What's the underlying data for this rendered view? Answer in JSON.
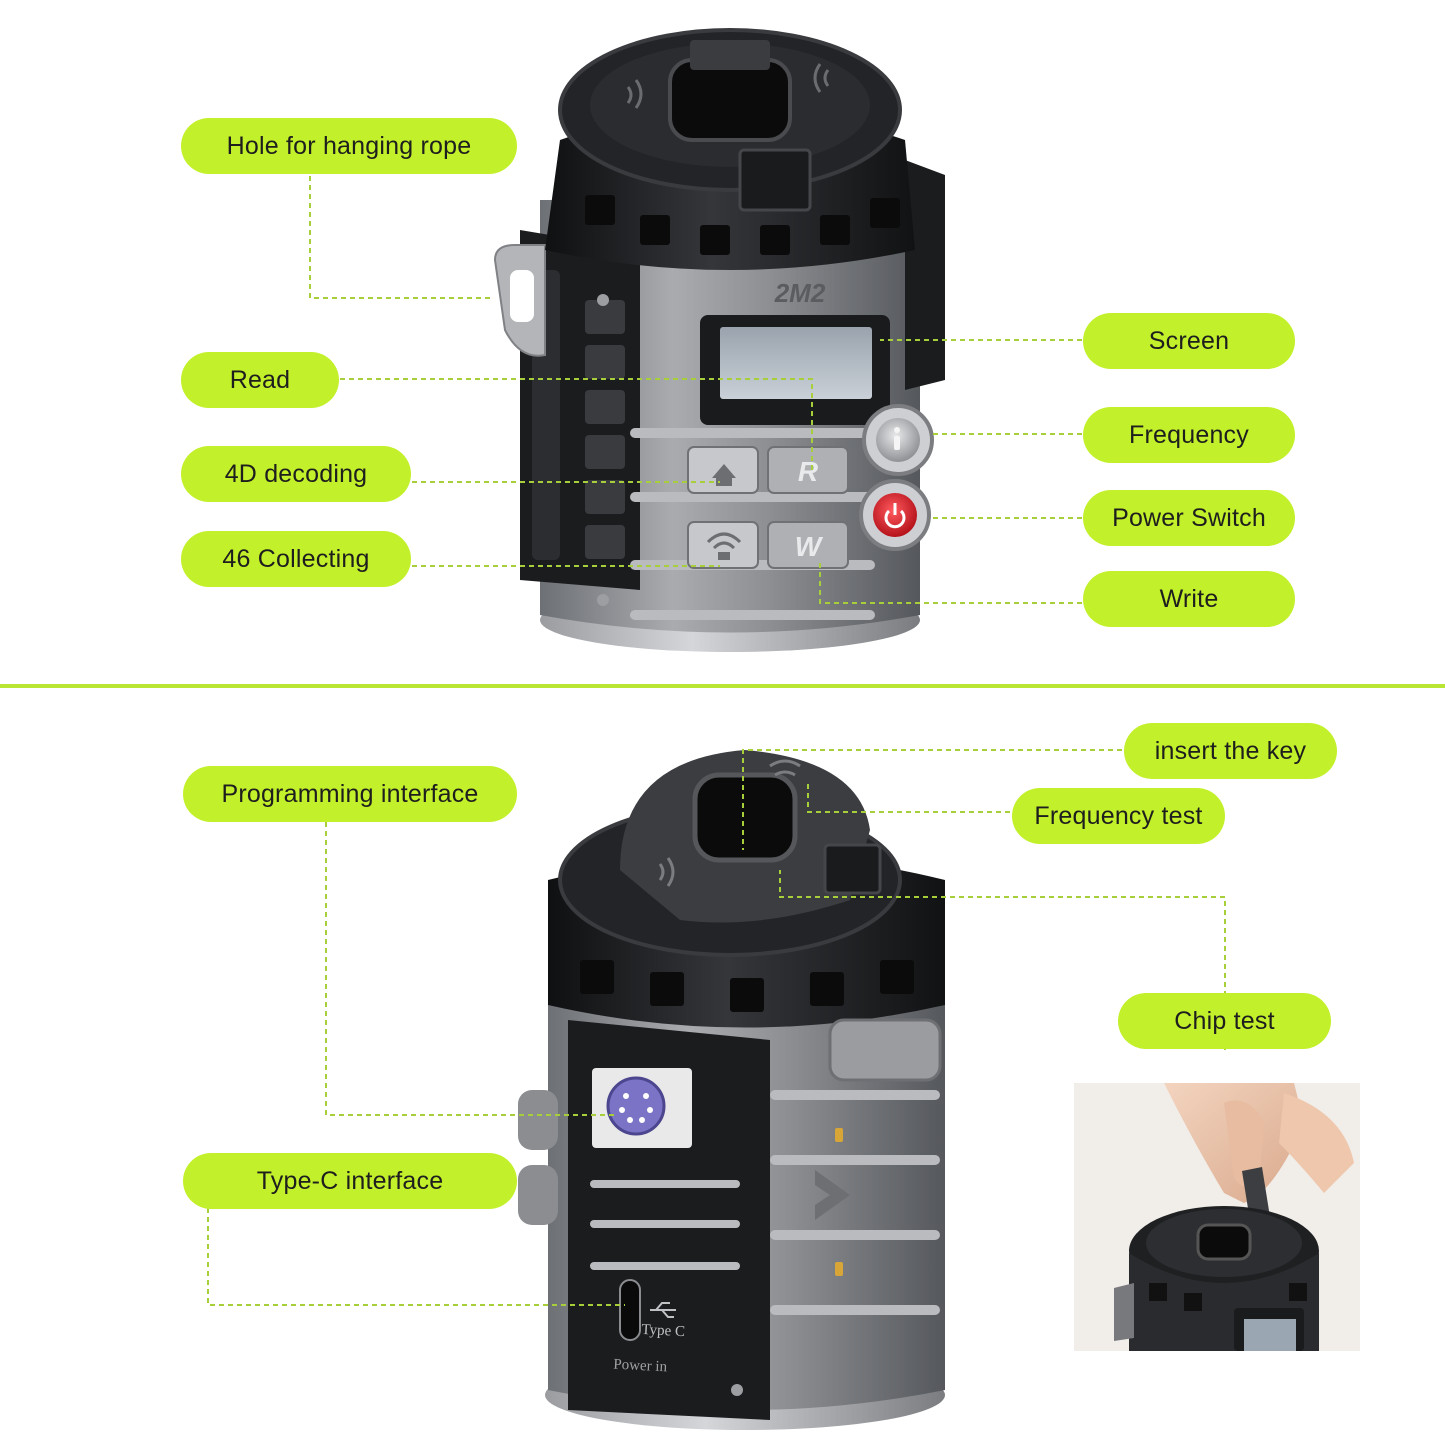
{
  "colors": {
    "accent": "#c2f02a",
    "divider": "#b8e632",
    "leader_line": "#a6cf3a",
    "body_gray": "#8e9094",
    "body_black": "#1b1c1e",
    "power_red": "#d8232a",
    "port_purple": "#7b73c6"
  },
  "device_top": {
    "brand_mark": "2M2",
    "button_read_glyph": "R",
    "button_write_glyph": "W"
  },
  "device_bottom": {
    "port_label_type_c": "Type C",
    "port_label_power": "Power in"
  },
  "labels_top": {
    "hanging_rope": "Hole for hanging rope",
    "read": "Read",
    "decoding_4d": "4D decoding",
    "collecting_46": "46 Collecting",
    "screen": "Screen",
    "frequency": "Frequency",
    "power_switch": "Power Switch",
    "write": "Write"
  },
  "labels_bottom": {
    "programming_interface": "Programming interface",
    "type_c_interface": "Type-C interface",
    "insert_key": "insert the key",
    "frequency_test": "Frequency test",
    "chip_test": "Chip test"
  },
  "icons": [
    "home-icon",
    "signal-icon",
    "power-icon",
    "info-icon",
    "usb-icon",
    "nfc-wave-icon"
  ]
}
